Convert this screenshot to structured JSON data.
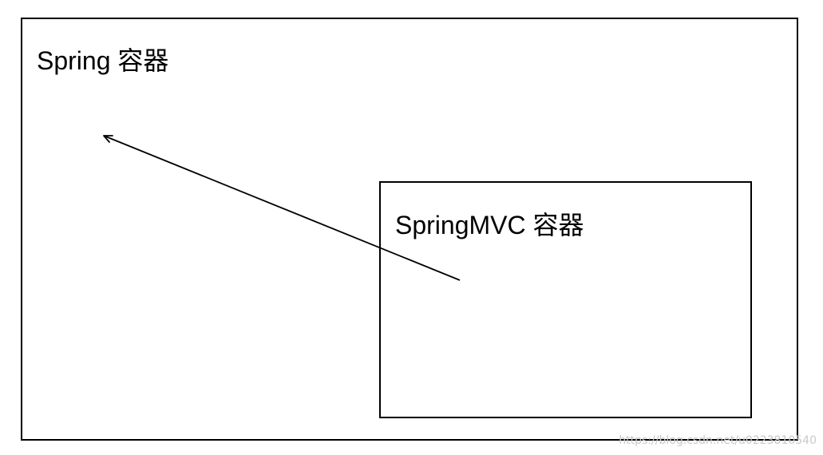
{
  "diagram": {
    "outer_container": {
      "label": "Spring 容器"
    },
    "inner_container": {
      "label": "SpringMVC 容器"
    },
    "connector": {
      "from": "inner_container",
      "to": "outer_container",
      "style": "arrow",
      "color": "#000000"
    }
  },
  "watermark": {
    "text": "https://blog.csdn.net/u0223810540"
  }
}
